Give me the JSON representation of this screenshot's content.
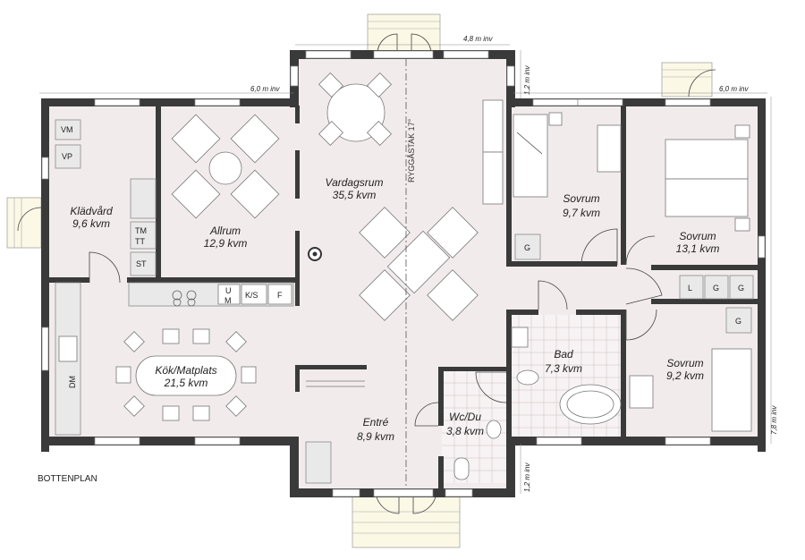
{
  "plan": {
    "caption": "BOTTENPLAN",
    "roof_label": "RYGGÅSTAK 17°",
    "dimensions": {
      "d1": "6,0 m inv",
      "d2": "4,8 m inv",
      "d3": "1,2 m inv",
      "d4": "6,0 m inv",
      "d5": "7,8 m inv",
      "d6": "1,2 m inv"
    },
    "rooms": {
      "kladvard": {
        "name": "Klädvård",
        "area": "9,6 kvm"
      },
      "allrum": {
        "name": "Allrum",
        "area": "12,9 kvm"
      },
      "vardagsrum": {
        "name": "Vardagsrum",
        "area": "35,5 kvm"
      },
      "sovrum1": {
        "name": "Sovrum",
        "area": "9,7 kvm"
      },
      "sovrum2": {
        "name": "Sovrum",
        "area": "13,1 kvm"
      },
      "kok": {
        "name": "Kök/Matplats",
        "area": "21,5 kvm"
      },
      "bad": {
        "name": "Bad",
        "area": "7,3 kvm"
      },
      "sovrum3": {
        "name": "Sovrum",
        "area": "9,2 kvm"
      },
      "entre": {
        "name": "Entré",
        "area": "8,9 kvm"
      },
      "wc": {
        "name": "Wc/Du",
        "area": "3,8 kvm"
      }
    },
    "fixtures": {
      "vm": "VM",
      "vp": "VP",
      "tm": "TM",
      "tt": "TT",
      "st": "ST",
      "u": "U",
      "m": "M",
      "ks": "K/S",
      "f": "F",
      "dm": "DM",
      "g1": "G",
      "l": "L",
      "g2": "G",
      "g3": "G",
      "g4": "G"
    }
  }
}
